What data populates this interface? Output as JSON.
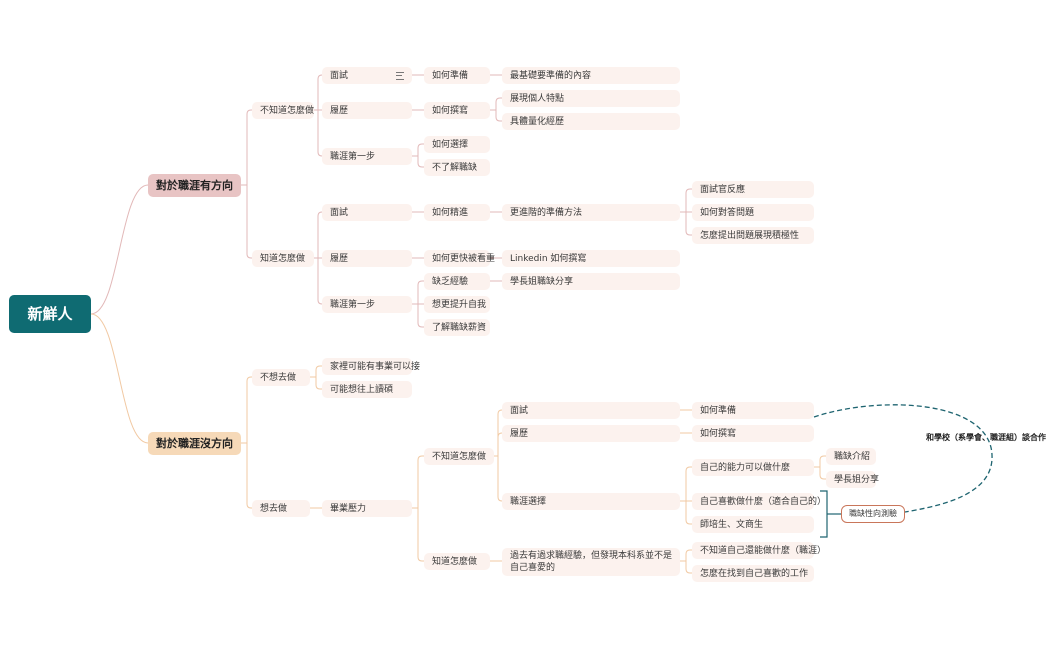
{
  "colors": {
    "root": "#0f6b72",
    "branch_top": "#e8c4c4",
    "branch_bottom": "#f6d9b8",
    "node_fill": "#fcf2ee",
    "link_top": "#e2b8b8",
    "link_bottom": "#f1c9a3",
    "dashed_link": "#1e6470",
    "bracket": "#1e6470"
  },
  "root": {
    "label": "新鮮人"
  },
  "branches": {
    "direction": {
      "label": "對於職涯有方向",
      "dont_know": {
        "label": "不知道怎麼做",
        "interview": {
          "label": "面試",
          "icon": "note-icon",
          "how_prepare": "如何準備",
          "basic": "最基礎要準備的內容"
        },
        "resume": {
          "label": "履歷",
          "how_write": "如何撰寫",
          "show_traits": "展現個人特點",
          "quantify": "具體量化經歷"
        },
        "first_step": {
          "label": "職涯第一步",
          "how_choose": "如何選擇",
          "not_understand": "不了解職缺"
        }
      },
      "know": {
        "label": "知道怎麼做",
        "interview": {
          "label": "面試",
          "how_improve": "如何精進",
          "advanced": "更進階的準備方法",
          "feedback": "面試官反應",
          "answer": "如何對答問題",
          "proactive": "怎麼提出問題展現積極性"
        },
        "resume": {
          "label": "履歷",
          "faster": "如何更快被看重",
          "linkedin": "Linkedin 如何撰寫"
        },
        "first_step": {
          "label": "職涯第一步",
          "lack_exp": "缺乏經驗",
          "share": "學長姐職缺分享",
          "improve_self": "想更提升自我",
          "salary": "了解職缺薪資"
        }
      }
    },
    "no_direction": {
      "label": "對於職涯沒方向",
      "dont_want": {
        "label": "不想去做",
        "family": "家裡可能有事業可以接",
        "grad": "可能想往上讀碩"
      },
      "want": {
        "label": "想去做",
        "pressure": "畢業壓力",
        "dont_know": {
          "label": "不知道怎麼做",
          "interview": {
            "label": "面試",
            "how_prepare": "如何準備"
          },
          "resume": {
            "label": "履歷",
            "how_write": "如何撰寫"
          },
          "career_choice": {
            "label": "職涯選擇",
            "ability": "自己的能力可以做什麼",
            "intro": "職缺介紹",
            "senior_share": "學長姐分享",
            "likes": "自己喜歡做什麼（適合自己的）",
            "new_grad": "師培生、文商生"
          }
        },
        "know": {
          "label": "知道怎麼做",
          "mismatch": "過去有過求職經驗，但發現本科系並不是自己喜愛的",
          "unknown_ability": "不知道自己還能做什麼（職涯）",
          "find_job": "怎麼在找到自己喜歡的工作"
        }
      }
    }
  },
  "callouts": {
    "aptitude_test": "職缺性向測驗",
    "school_collab": "和學校（系學會、職涯組）談合作"
  }
}
